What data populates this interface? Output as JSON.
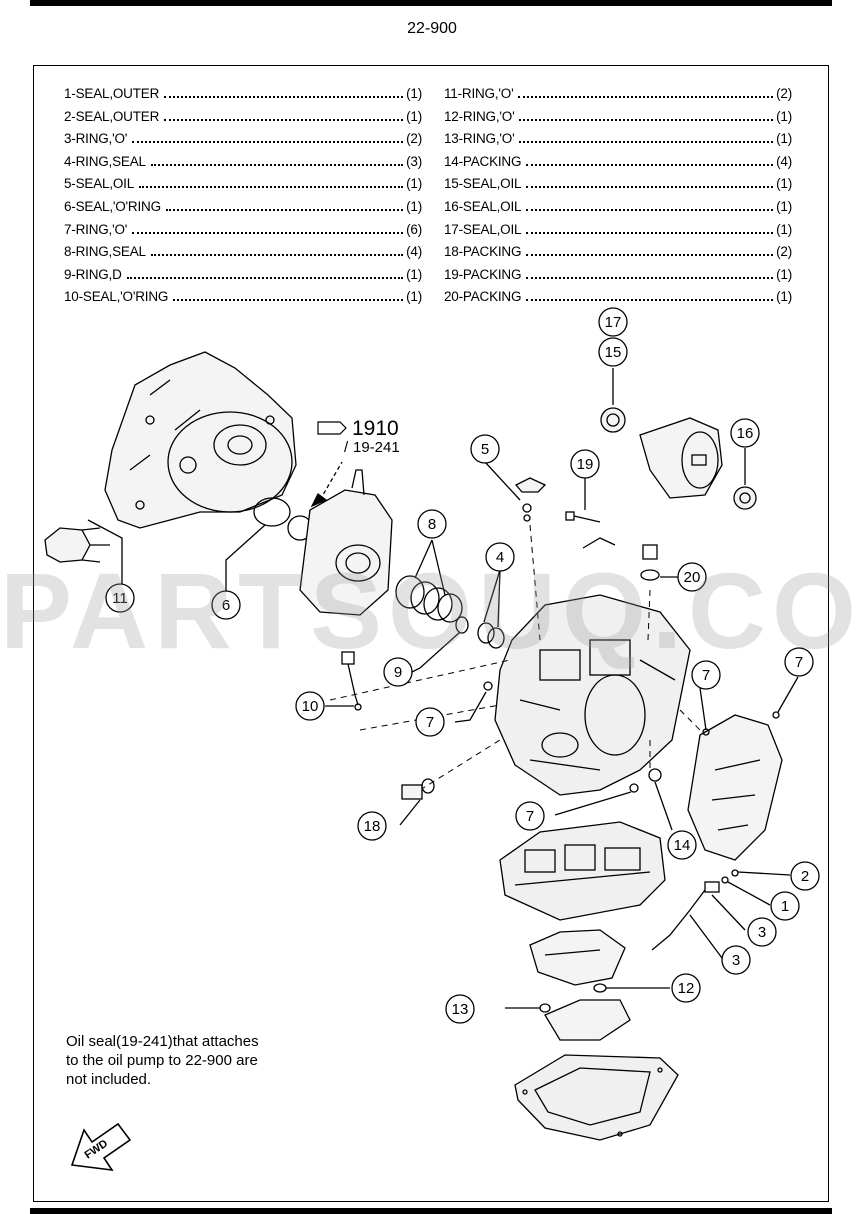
{
  "header": {
    "kit_number": "22-900"
  },
  "parts_left": [
    {
      "name": "1-SEAL,OUTER",
      "qty": "(1)"
    },
    {
      "name": "2-SEAL,OUTER",
      "qty": "(1)"
    },
    {
      "name": "3-RING,'O'",
      "qty": "(2)"
    },
    {
      "name": "4-RING,SEAL",
      "qty": "(3)"
    },
    {
      "name": "5-SEAL,OIL",
      "qty": "(1)"
    },
    {
      "name": "6-SEAL,'O'RING",
      "qty": "(1)"
    },
    {
      "name": "7-RING,'O'",
      "qty": "(6)"
    },
    {
      "name": "8-RING,SEAL",
      "qty": "(4)"
    },
    {
      "name": "9-RING,D",
      "qty": "(1)"
    },
    {
      "name": "10-SEAL,'O'RING",
      "qty": "(1)"
    }
  ],
  "parts_right": [
    {
      "name": "11-RING,'O'",
      "qty": "(2)"
    },
    {
      "name": "12-RING,'O'",
      "qty": "(1)"
    },
    {
      "name": "13-RING,'O'",
      "qty": "(1)"
    },
    {
      "name": "14-PACKING",
      "qty": "(4)"
    },
    {
      "name": "15-SEAL,OIL",
      "qty": "(1)"
    },
    {
      "name": "16-SEAL,OIL",
      "qty": "(1)"
    },
    {
      "name": "17-SEAL,OIL",
      "qty": "(1)"
    },
    {
      "name": "18-PACKING",
      "qty": "(2)"
    },
    {
      "name": "19-PACKING",
      "qty": "(1)"
    },
    {
      "name": "20-PACKING",
      "qty": "(1)"
    }
  ],
  "reference": {
    "code": "1910",
    "sub": "19-241"
  },
  "callouts": {
    "c1": "1",
    "c2": "2",
    "c3a": "3",
    "c3b": "3",
    "c4": "4",
    "c5": "5",
    "c6": "6",
    "c7a": "7",
    "c7b": "7",
    "c7c": "7",
    "c7d": "7",
    "c8": "8",
    "c9": "9",
    "c10": "10",
    "c11": "11",
    "c12": "12",
    "c13": "13",
    "c14": "14",
    "c15": "15",
    "c16": "16",
    "c17": "17",
    "c18": "18",
    "c19": "19",
    "c20": "20"
  },
  "note": "Oil seal(19-241)that attaches\nto the oil pump to 22-900 are\nnot included.",
  "fwd_arrow": {
    "label": "FWD"
  },
  "watermark": {
    "text": "PARTSOUQ.COM"
  }
}
